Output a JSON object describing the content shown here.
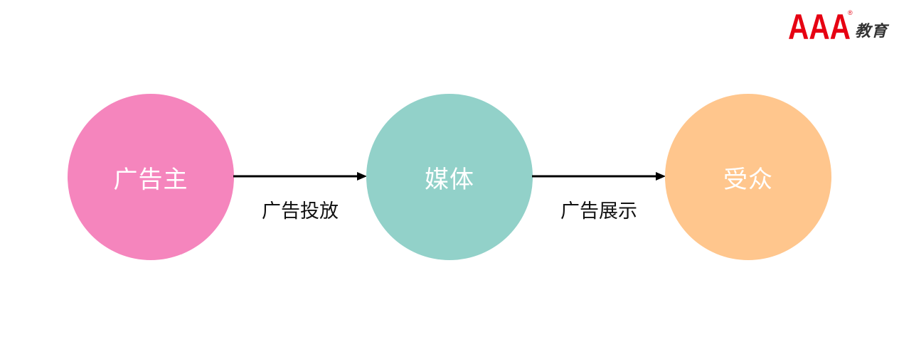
{
  "logo": {
    "mark_text": "AAA",
    "registered": "®",
    "text": "教育",
    "color": "#e60012"
  },
  "nodes": [
    {
      "label": "广告主",
      "color": "#f585bd"
    },
    {
      "label": "媒体",
      "color": "#92d1c9"
    },
    {
      "label": "受众",
      "color": "#ffc68d"
    }
  ],
  "edges": [
    {
      "label": "广告投放"
    },
    {
      "label": "广告展示"
    }
  ],
  "arrow_color": "#000000"
}
